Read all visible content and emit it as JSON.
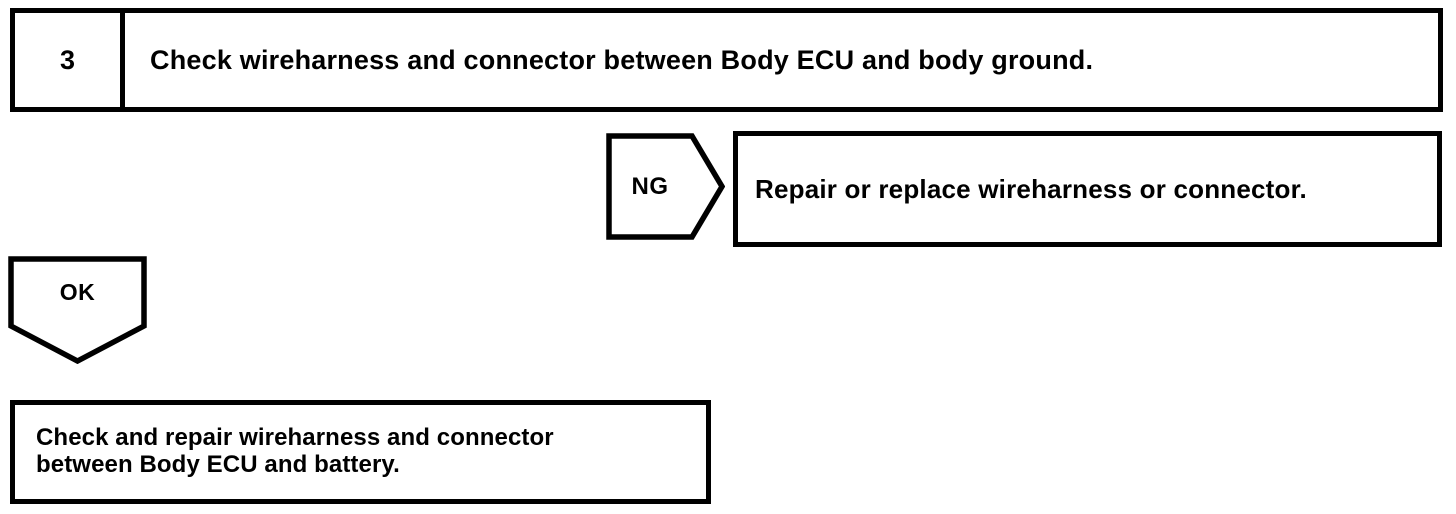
{
  "diagram": {
    "type": "troubleshooting-flowchart",
    "line_color": "#000000",
    "background_color": "#ffffff"
  },
  "step": {
    "number": "3",
    "instruction": "Check wireharness and connector between Body ECU and body ground."
  },
  "branches": {
    "ng": {
      "label": "NG",
      "shape": "right-pointing-pentagon",
      "action": "Repair or replace wireharness or connector."
    },
    "ok": {
      "label": "OK",
      "shape": "down-pointing-pentagon"
    }
  },
  "final_action": {
    "line1": "Check and repair wireharness and connector",
    "line2": "between Body ECU and battery."
  }
}
